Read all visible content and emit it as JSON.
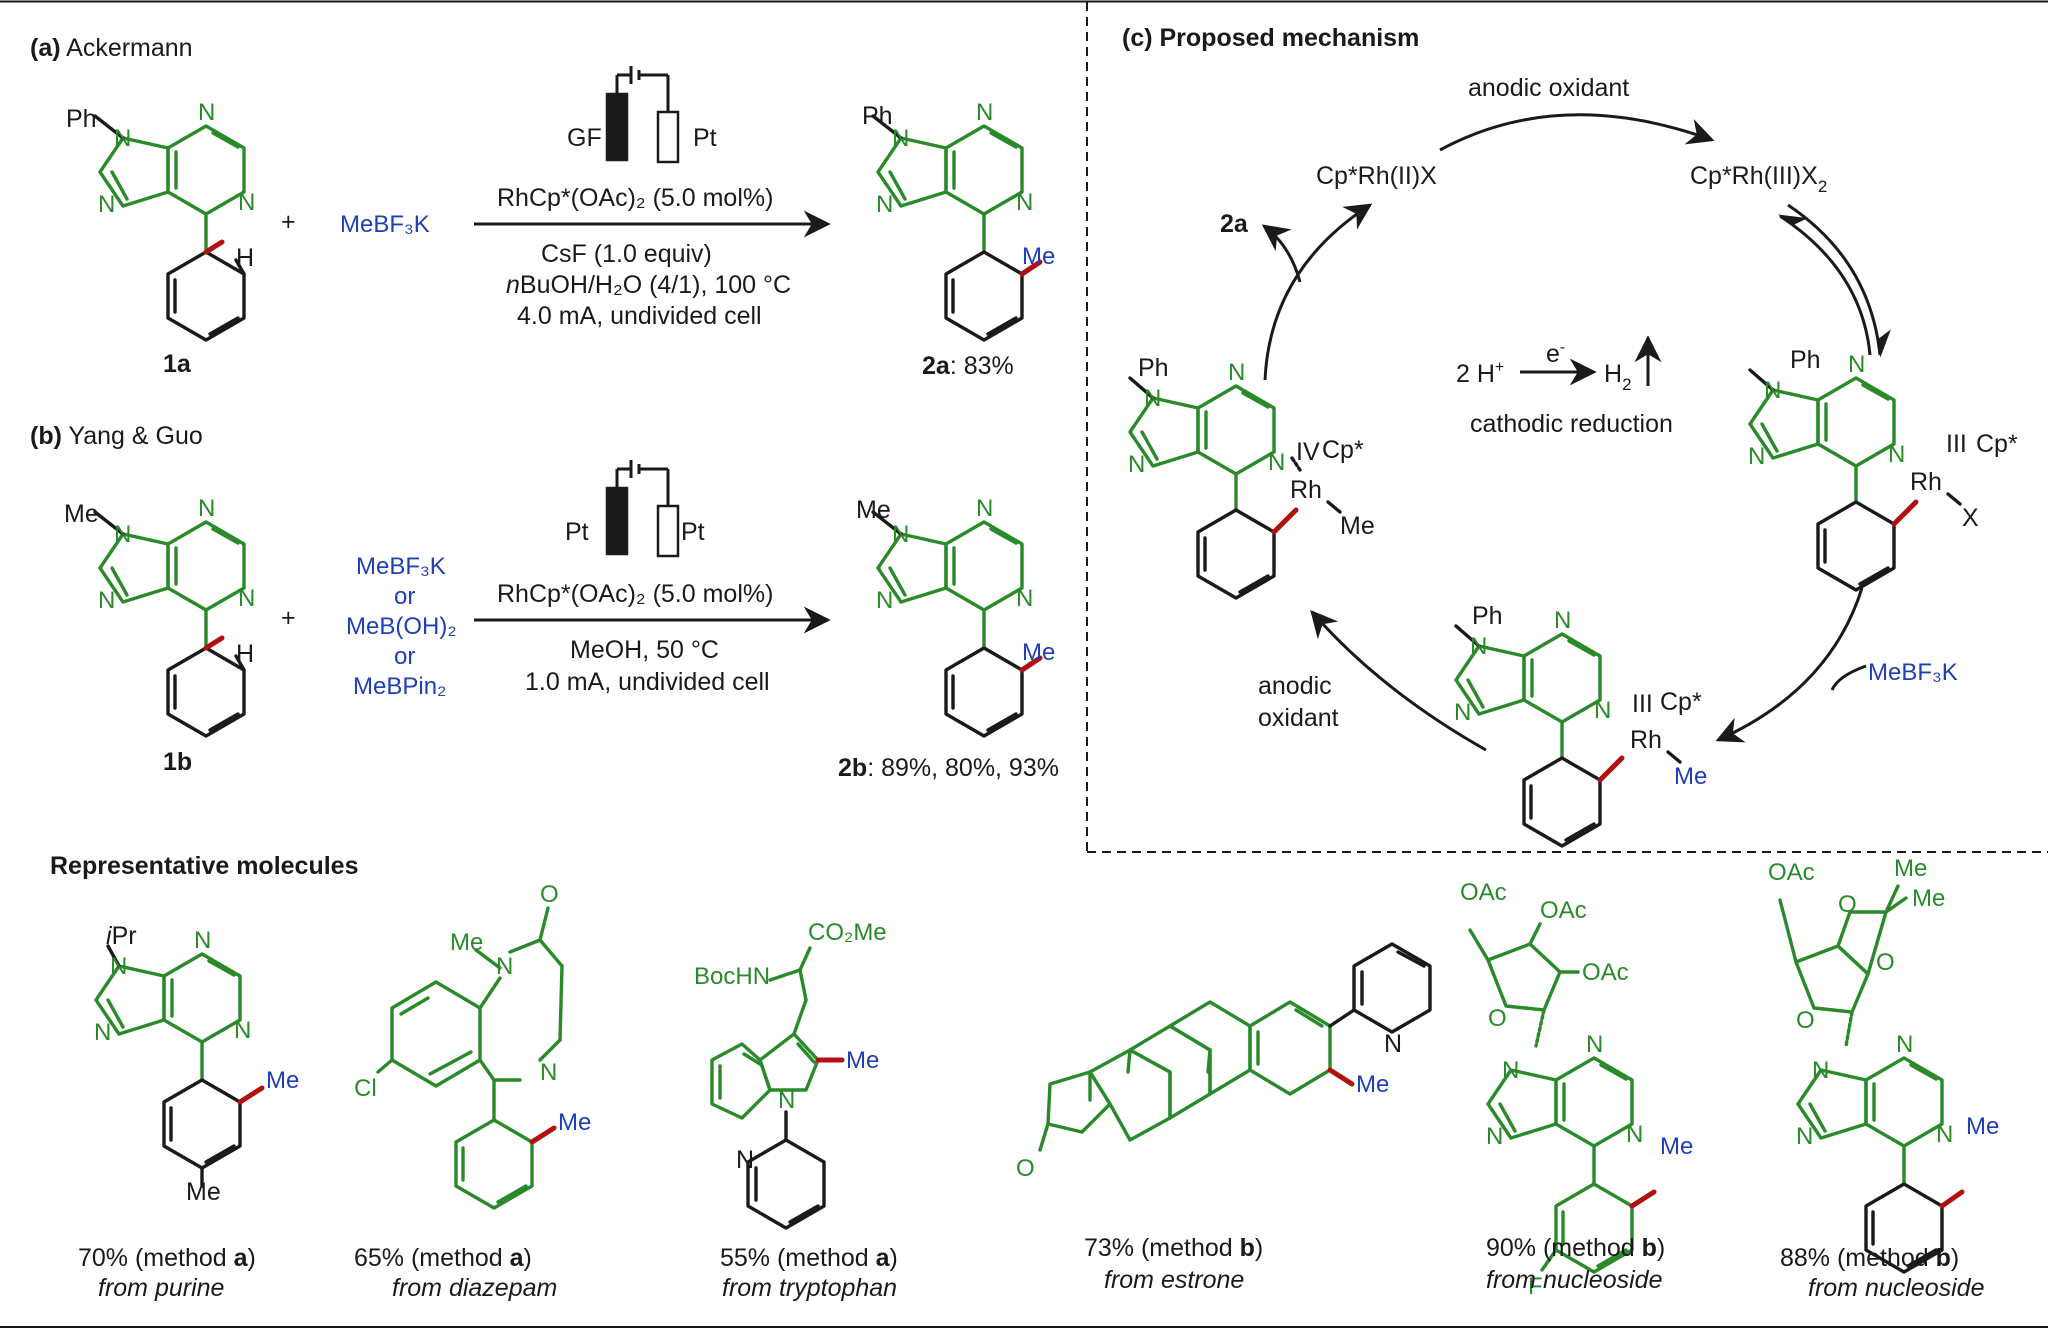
{
  "panel_a": {
    "letter": "(a)",
    "author": "Ackermann",
    "substrate_substituent": "Ph",
    "substrate_label": "1a",
    "ch_label": "H",
    "reagent": "MeBF₃K",
    "anode": "GF",
    "cathode": "Pt",
    "cond1": "RhCp*(OAc)₂  (5.0 mol%)",
    "cond2": "CsF (1.0 equiv)",
    "cond3_italic": "n",
    "cond3_rest": "BuOH/H₂O (4/1), 100 °C",
    "cond4": "4.0 mA, undivided cell",
    "product_substituent": "Ph",
    "product_me": "Me",
    "product_label": "2a",
    "product_yield": ": 83%"
  },
  "panel_b": {
    "letter": "(b)",
    "author": "Yang & Guo",
    "substrate_substituent": "Me",
    "substrate_label": "1b",
    "ch_label": "H",
    "reagents": [
      "MeBF₃K",
      "or",
      "MeB(OH)₂",
      "or",
      "MeBPin₂"
    ],
    "anode": "Pt",
    "cathode": "Pt",
    "cond1": "RhCp*(OAc)₂  (5.0 mol%)",
    "cond2": "MeOH, 50 °C",
    "cond3": "1.0 mA, undivided cell",
    "product_substituent": "Me",
    "product_me": "Me",
    "product_label": "2b",
    "product_yield": ": 89%, 80%, 93%"
  },
  "plus": "+",
  "ring_atom": "N",
  "panel_c": {
    "title": "(c) Proposed mechanism",
    "rh2": "Cp*Rh(II)X",
    "rh3": "Cp*Rh(III)X",
    "rh3_sub": "2",
    "anodic_oxidant_top": "anodic oxidant",
    "product_out": "2a",
    "proton": "2 H",
    "proton_sup": "+",
    "electron": "e",
    "electron_sup": "-",
    "h2": "H",
    "h2_sub": "2",
    "cathodic": "cathodic reduction",
    "anodic_oxidant_bottom": [
      "anodic",
      "oxidant"
    ],
    "reagent": "MeBF₃K",
    "int_left": {
      "ph": "Ph",
      "ox": "IV",
      "cp": "Cp*",
      "rh": "Rh",
      "lig": "Me"
    },
    "int_right": {
      "ph": "Ph",
      "ox": "III",
      "cp": "Cp*",
      "rh": "Rh",
      "lig": "X"
    },
    "int_bottom": {
      "ph": "Ph",
      "ox": "III",
      "cp": "Cp*",
      "rh": "Rh",
      "lig": "Me"
    }
  },
  "representative": {
    "title": "Representative molecules",
    "molecules": [
      {
        "yield": "70% (method ",
        "method": "a",
        "close": ")",
        "source": "from purine",
        "labels": [
          "iPr",
          "Me",
          "Me"
        ]
      },
      {
        "yield": "65% (method ",
        "method": "a",
        "close": ")",
        "source": "from diazepam",
        "labels": [
          "Me",
          "O",
          "N",
          "N",
          "Cl",
          "Me"
        ]
      },
      {
        "yield": "55% (method ",
        "method": "a",
        "close": ")",
        "source": "from tryptophan",
        "labels": [
          "CO₂Me",
          "BocHN",
          "Me",
          "N",
          "N"
        ]
      },
      {
        "yield": "73% (method ",
        "method": "b",
        "close": ")",
        "source": "from estrone",
        "labels": [
          "N",
          "Me",
          "O"
        ]
      },
      {
        "yield": "90% (method ",
        "method": "b",
        "close": ")",
        "source": "from nucleoside",
        "labels": [
          "OAc",
          "OAc",
          "OAc",
          "O",
          "Me",
          "F"
        ]
      },
      {
        "yield": "88% (method ",
        "method": "b",
        "close": ")",
        "source": "from nucleoside",
        "labels": [
          "OAc",
          "Me",
          "Me",
          "O",
          "O",
          "O",
          "Me"
        ]
      }
    ]
  },
  "colors": {
    "green": "#2a8a2a",
    "blue": "#1f3fb5",
    "red": "#b01010",
    "black": "#1a1a1a"
  }
}
